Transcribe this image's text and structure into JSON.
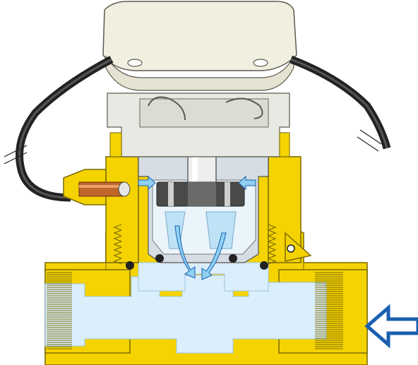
{
  "diagram": {
    "type": "cutaway",
    "subject": "water-meter-cross-section",
    "flow_direction": "right-to-left",
    "colors": {
      "brass": "#f5d300",
      "brass_edge": "#7a6a00",
      "water": "#dbeefb",
      "water_edge": "#9cc7e6",
      "arrow": "#1a5fb0",
      "flow_arrow": "#8fd0f2",
      "housing_cap": "#f1efe0",
      "housing_edge": "#5a5a50",
      "module_grey": "#c8c8c8",
      "cable": "#333333",
      "o_ring": "#222222",
      "pipe_copper": "#c0662a"
    },
    "parts": [
      "register-cap",
      "signal-cable-left",
      "signal-cable-right",
      "meter-body",
      "inlet-thread-right",
      "outlet-thread-left",
      "impeller-assembly",
      "side-sensor-port",
      "direction-arrow"
    ]
  }
}
